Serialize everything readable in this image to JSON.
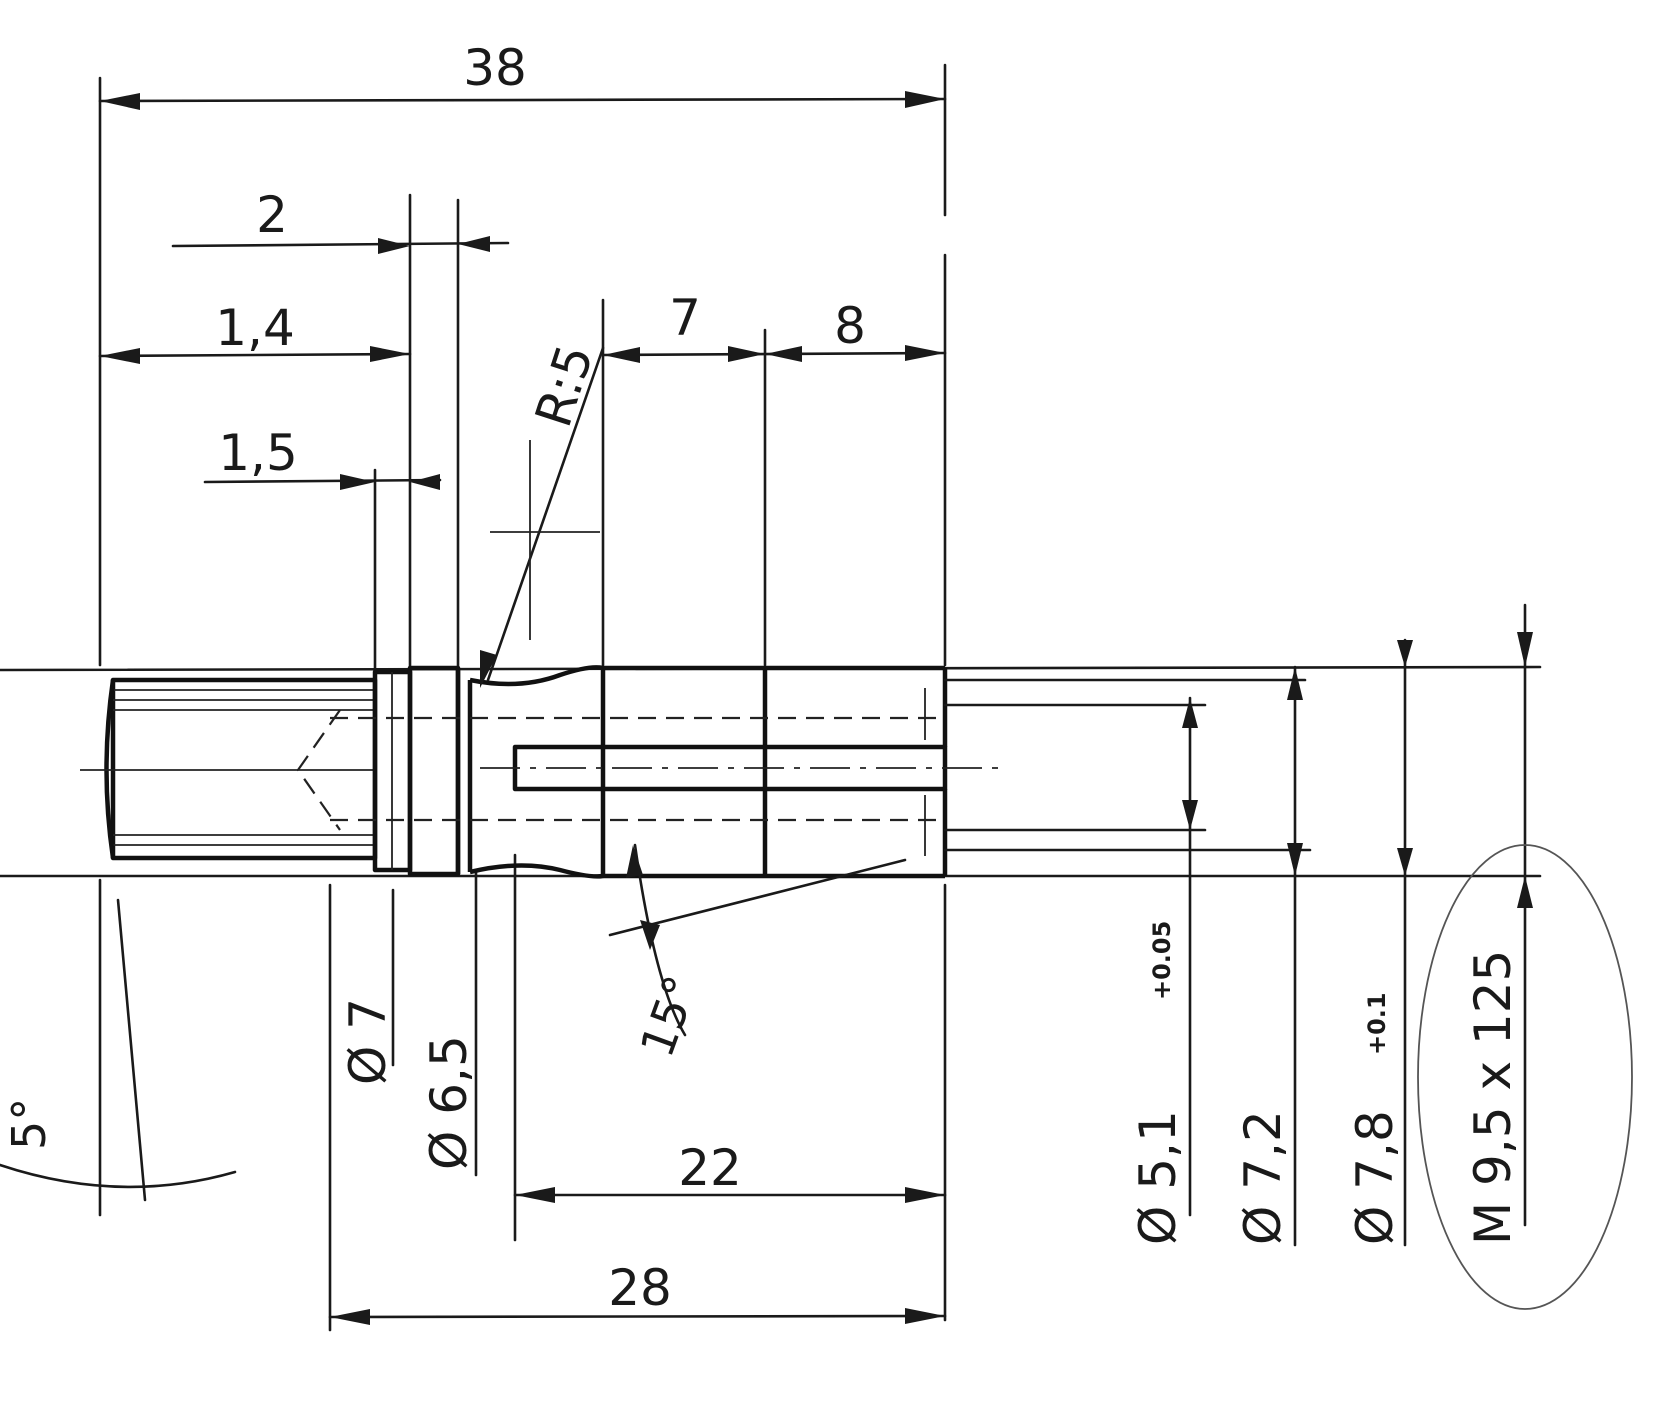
{
  "dimensions": {
    "overall_length": "38",
    "d_2": "2",
    "d_14": "1,4",
    "d_15": "1,5",
    "d_7_len": "7",
    "d_8_len": "8",
    "radius": "R:5",
    "angle_15": "15°",
    "len_22": "22",
    "len_28": "28",
    "dia_7": "Ø 7",
    "dia_65": "Ø 6,5",
    "dia_51": "Ø  5,1",
    "dia_51_tol": "+0.05",
    "dia_72": "Ø  7,2",
    "dia_78": "Ø 7,8",
    "dia_78_tol": "+0.1",
    "thread": "M 9,5 x 125",
    "angle_left": "5°"
  },
  "colors": {
    "ink": "#1a1a1a",
    "annotation_ring": "#555555",
    "paper": "#ffffff"
  }
}
